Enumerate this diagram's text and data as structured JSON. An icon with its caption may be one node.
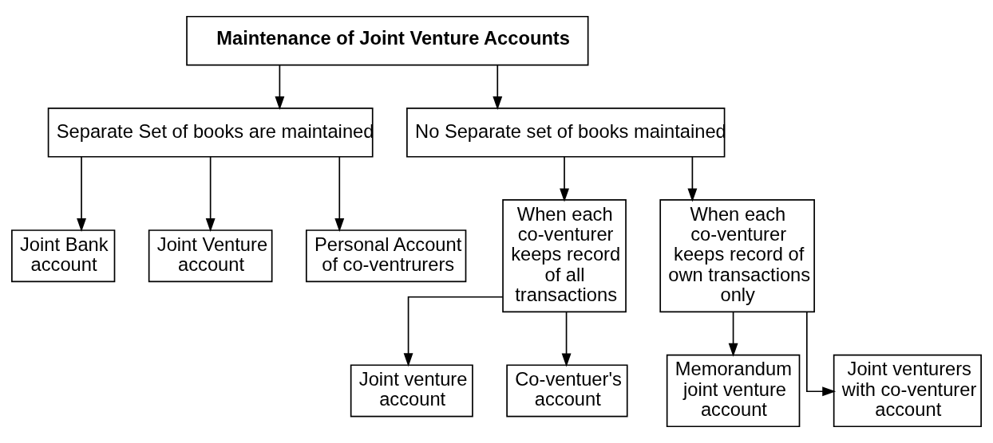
{
  "diagram": {
    "nodes": [
      {
        "text": [
          "Maintenance of Joint Venture Accounts"
        ]
      },
      {
        "text": [
          "Separate Set of books are maintained"
        ]
      },
      {
        "text": [
          "No Separate set of books maintained"
        ]
      },
      {
        "text": [
          "Joint Bank account"
        ]
      },
      {
        "text": [
          "Joint Venture account"
        ]
      },
      {
        "text": [
          "Personal Account of co-ventrurers"
        ]
      },
      {
        "text": [
          "When each co-venturer keeps record of all transactions"
        ]
      },
      {
        "text": [
          "When each co-venturer keeps record of own transactions only"
        ]
      },
      {
        "text": [
          "Joint venture account"
        ]
      },
      {
        "text": [
          "Co-ventuer's account"
        ]
      },
      {
        "text": [
          "Memorandum joint venture account"
        ]
      },
      {
        "text": [
          "Joint venturers with co-venturer account"
        ]
      }
    ],
    "edges": [
      {
        "from": 0,
        "to": 1,
        "arrow": "to"
      },
      {
        "from": 0,
        "to": 2,
        "arrow": "to"
      },
      {
        "from": 1,
        "to": 3,
        "arrow": "to"
      },
      {
        "from": 1,
        "to": 4,
        "arrow": "to"
      },
      {
        "from": 1,
        "to": 5,
        "arrow": "to"
      },
      {
        "from": 2,
        "to": 6,
        "arrow": "to"
      },
      {
        "from": 2,
        "to": 7,
        "arrow": "to"
      },
      {
        "from": 6,
        "to": 8,
        "arrow": "to"
      },
      {
        "from": 6,
        "to": 9,
        "arrow": "to"
      },
      {
        "from": 7,
        "to": 10,
        "arrow": "to"
      },
      {
        "from": 7,
        "to": 11,
        "arrow": "to"
      }
    ]
  }
}
